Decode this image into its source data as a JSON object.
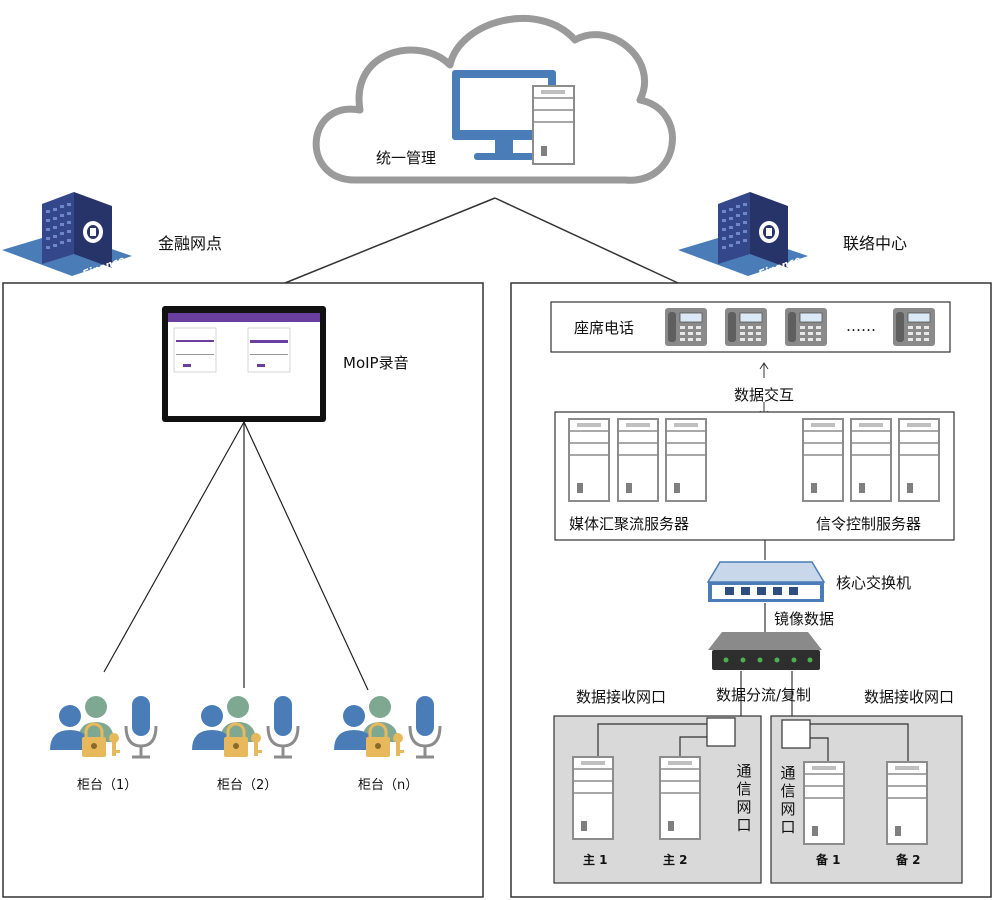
{
  "cloud": {
    "label": "统一管理"
  },
  "left_site": {
    "title": "金融网点",
    "building_text": "Finance",
    "recorder_label": "MoIP录音"
  },
  "counters": [
    {
      "label": "柜台（1）"
    },
    {
      "label": "柜台（2）"
    },
    {
      "label": "柜台（n）"
    }
  ],
  "right_site": {
    "title": "联络中心",
    "building_text": "Finance",
    "phones_label": "座席电话",
    "phones_ellipsis": "……",
    "data_exchange": "数据交互",
    "media_servers": "媒体汇聚流服务器",
    "signal_servers": "信令控制服务器",
    "core_switch": "核心交换机",
    "mirror_data": "镜像数据",
    "splitter": "数据分流/复制",
    "recv_port_left": "数据接收网口",
    "recv_port_right": "数据接收网口",
    "comm_port_left": "通信网口",
    "comm_port_right": "通信网口",
    "hosts": [
      {
        "label": "主 1"
      },
      {
        "label": "主 2"
      }
    ],
    "backups": [
      {
        "label": "备 1"
      },
      {
        "label": "备 2"
      }
    ]
  },
  "colors": {
    "accent_blue": "#4a7db8",
    "building": "#2f3f7a",
    "grey_box": "#d9d9d9",
    "server_line": "#8c8c8c"
  }
}
